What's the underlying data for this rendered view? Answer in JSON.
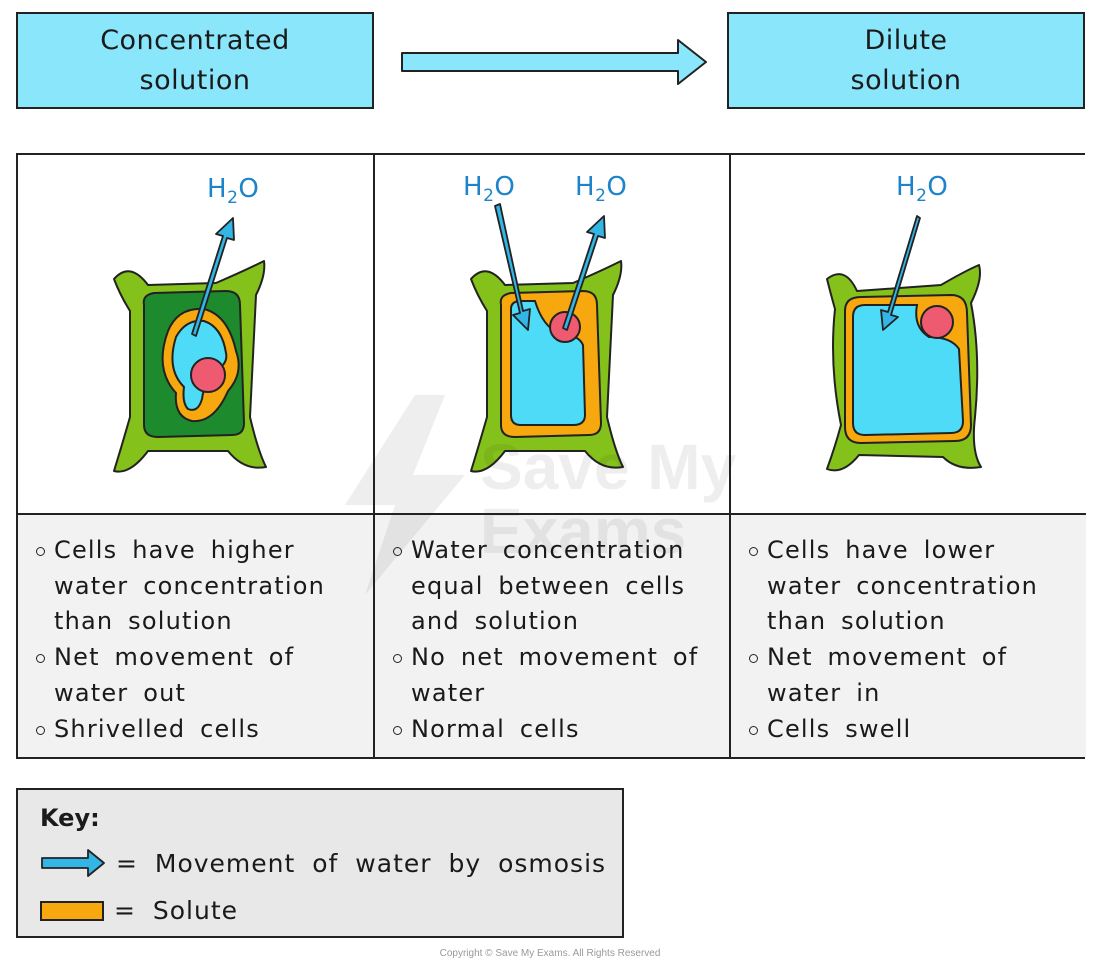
{
  "header": {
    "left_box": "Concentrated\nsolution",
    "right_box": "Dilute\nsolution"
  },
  "water_label": "H",
  "water_sub": "2",
  "water_end": "O",
  "columns": [
    {
      "bullets": [
        "Cells have higher water concentration than solution",
        "Net movement of water out",
        "Shrivelled cells"
      ]
    },
    {
      "bullets": [
        "Water concentration equal between cells and solution",
        "No net movement of water",
        "Normal cells"
      ]
    },
    {
      "bullets": [
        "Cells have lower water concentration than solution",
        "Net movement of water in",
        "Cells swell"
      ]
    }
  ],
  "key": {
    "title": "Key:",
    "arrow_label": "= Movement of water by osmosis",
    "solute_label": "= Solute"
  },
  "watermark": "Save My\nExams",
  "copyright": "Copyright © Save My Exams. All Rights Reserved",
  "colors": {
    "solution_box": "#8ae6fb",
    "cell_wall": "#84c11a",
    "cytoplasm_dark": "#1e8a2e",
    "solute": "#f6a80e",
    "vacuole": "#4edbf7",
    "nucleus": "#ee5a6f",
    "arrow": "#33b5e5",
    "water_text": "#1d84c9"
  }
}
